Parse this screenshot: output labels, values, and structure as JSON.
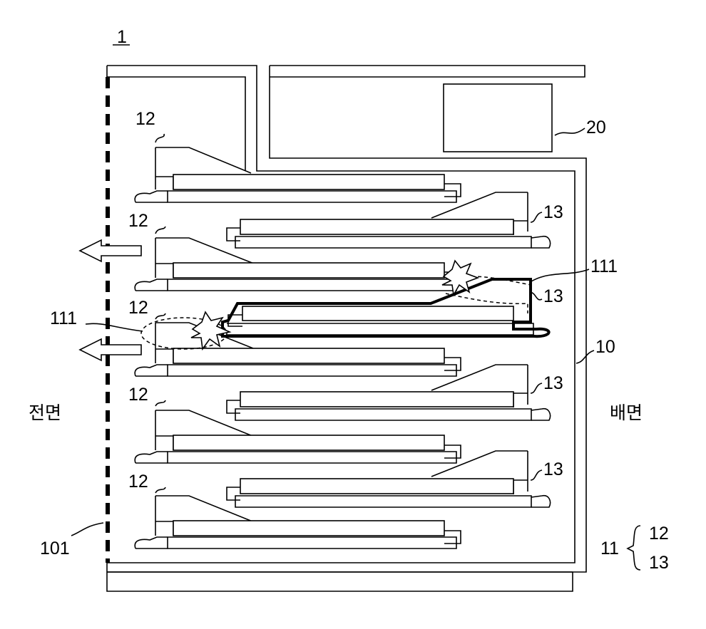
{
  "figure": {
    "ref_number": "1",
    "labels": {
      "frame": "10",
      "unit": "11",
      "tray_front": "12",
      "tray_back": "13",
      "controller": "20",
      "front_door": "101",
      "displaced": "111"
    },
    "front_side_text": "전면",
    "back_side_text": "배면",
    "legend": {
      "group": "11",
      "members": [
        "12",
        "13"
      ]
    }
  }
}
